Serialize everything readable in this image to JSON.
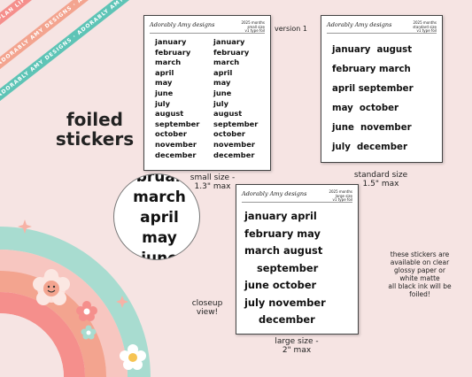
{
  "ribbons": {
    "top": "PLAN LIFE ADORABLY · PLAN LIFE ADORABLY",
    "middle": "ADORABLY AMY DESIGNS · ADORABLY AMY DESIGNS",
    "bottom": "ADORABLY AMY DESIGNS · ADORABLY AMY"
  },
  "title": {
    "line1": "foiled",
    "line2": "stickers"
  },
  "version_label": "version 1",
  "brand": "Adorably Amy designs",
  "sheets": {
    "small": {
      "sub": [
        "2025 months",
        "small size",
        "v1 type foil"
      ],
      "left": [
        "january",
        "february",
        "march",
        "april",
        "may",
        "june",
        "july",
        "august",
        "september",
        "october",
        "november",
        "december"
      ],
      "right": [
        "january",
        "february",
        "march",
        "april",
        "may",
        "june",
        "july",
        "august",
        "september",
        "october",
        "november",
        "december"
      ],
      "caption": [
        "small size -",
        "1.3\" max"
      ]
    },
    "standard": {
      "sub": [
        "2025 months",
        "standard size",
        "v1 type foil"
      ],
      "rows": [
        "january  august",
        "february march",
        "april september",
        "may  october",
        "june  november",
        "july  december"
      ],
      "caption": [
        "standard size",
        "1.5\" max"
      ]
    },
    "large": {
      "sub": [
        "2025 months",
        "large size",
        "v1 type foil"
      ],
      "rows": [
        "january april",
        "february may",
        "march august",
        "september",
        "june october",
        "july november",
        "december"
      ],
      "caption": [
        "large size -",
        "2\" max"
      ]
    }
  },
  "closeup": {
    "words": [
      "bruar",
      "march",
      "april",
      "may",
      "june"
    ],
    "caption": [
      "closeup",
      "view!"
    ]
  },
  "note": [
    "these stickers are",
    "available on clear",
    "glossy paper or",
    "white matte",
    "all black ink will be",
    "foiled!"
  ],
  "colors": {
    "background": "#f6e4e3",
    "mint": "#a8dcd0",
    "teal": "#5ec4b6",
    "peach": "#f3a48f",
    "coral": "#f58f8c",
    "pink": "#f7c6c0"
  }
}
